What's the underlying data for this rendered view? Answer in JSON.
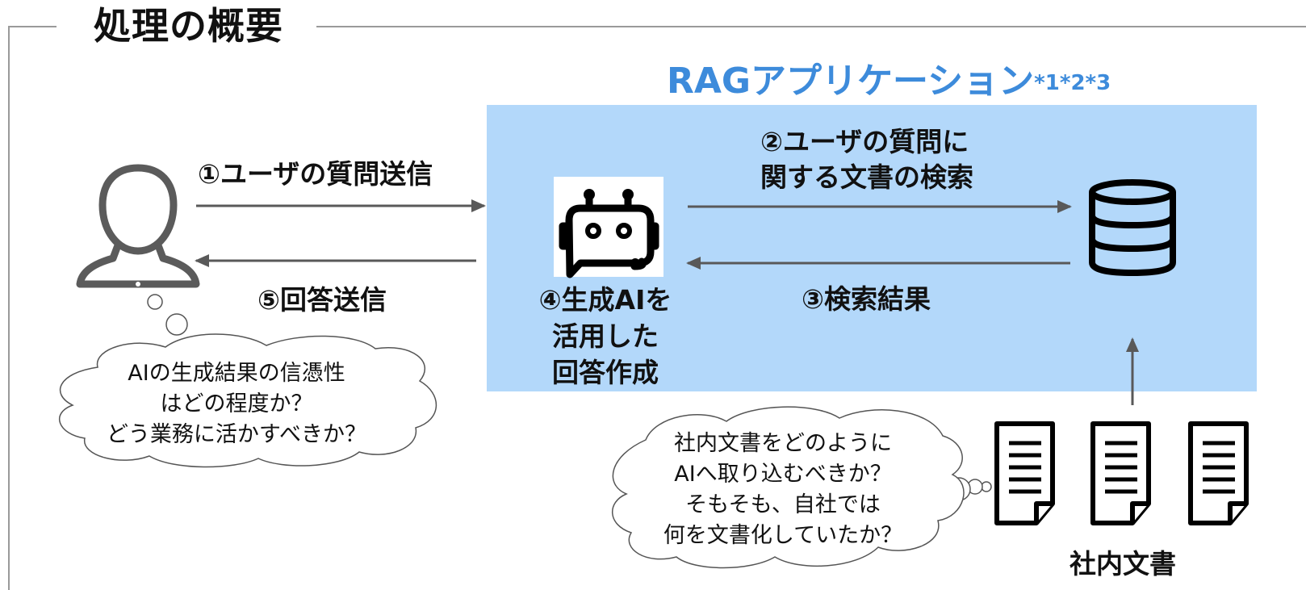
{
  "page_title": "処理の概要",
  "app": {
    "name": "RAGアプリケーション",
    "footnote": "*1*2*3"
  },
  "steps": {
    "s1": "①ユーザの質問送信",
    "s2_line1": "②ユーザの質問に",
    "s2_line2": "関する文書の検索",
    "s3": "③検索結果",
    "s4_line1": "④生成AIを",
    "s4_line2": "活用した",
    "s4_line3": "回答作成",
    "s5": "⑤回答送信"
  },
  "user_thought": {
    "line1": "AIの生成結果の信憑性",
    "line2": "はどの程度か？",
    "line3": "どう業務に活かすべきか？"
  },
  "docs_thought": {
    "line1": "社内文書をどのように",
    "line2": "AIへ取り込むべきか？",
    "line3": "そもそも、自社では",
    "line4": "何を文書化していたか？"
  },
  "docs_label": "社内文書",
  "icons": [
    "user-icon",
    "robot-icon",
    "database-icon",
    "document-icon"
  ],
  "colors": {
    "rag_box": "#b3d8fa",
    "rag_title": "#3d8bdb",
    "arrow": "#595959",
    "frame": "#9a9a9a"
  }
}
